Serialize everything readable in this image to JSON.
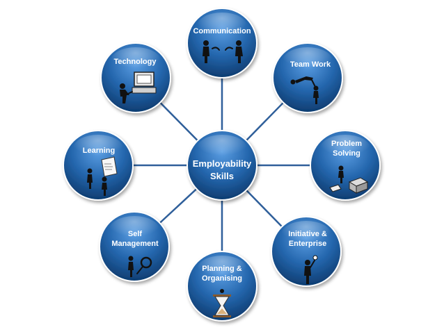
{
  "diagram": {
    "center": {
      "line1": "Employability",
      "line2": "Skills"
    },
    "nodes": [
      {
        "id": "communication",
        "line1": "Communication",
        "line2": "",
        "icon": "two-people-talking-icon"
      },
      {
        "id": "team-work",
        "line1": "Team Work",
        "line2": "",
        "icon": "team-climbers-icon"
      },
      {
        "id": "problem-solving",
        "line1": "Problem",
        "line2": "Solving",
        "icon": "problem-solving-machine-icon"
      },
      {
        "id": "initiative-enterprise",
        "line1": "Initiative &",
        "line2": "Enterprise",
        "icon": "idea-person-icon"
      },
      {
        "id": "planning-organising",
        "line1": "Planning &",
        "line2": "Organising",
        "icon": "hourglass-icon"
      },
      {
        "id": "self-management",
        "line1": "Self",
        "line2": "Management",
        "icon": "magnifier-person-icon"
      },
      {
        "id": "learning",
        "line1": "Learning",
        "line2": "",
        "icon": "people-reading-board-icon"
      },
      {
        "id": "technology",
        "line1": "Technology",
        "line2": "",
        "icon": "person-at-computer-icon"
      }
    ],
    "colors": {
      "node_fill_top": "#4d8fd6",
      "node_fill_bottom": "#12467f",
      "node_border": "#ffffff",
      "connector": "#2f5f9a"
    }
  }
}
